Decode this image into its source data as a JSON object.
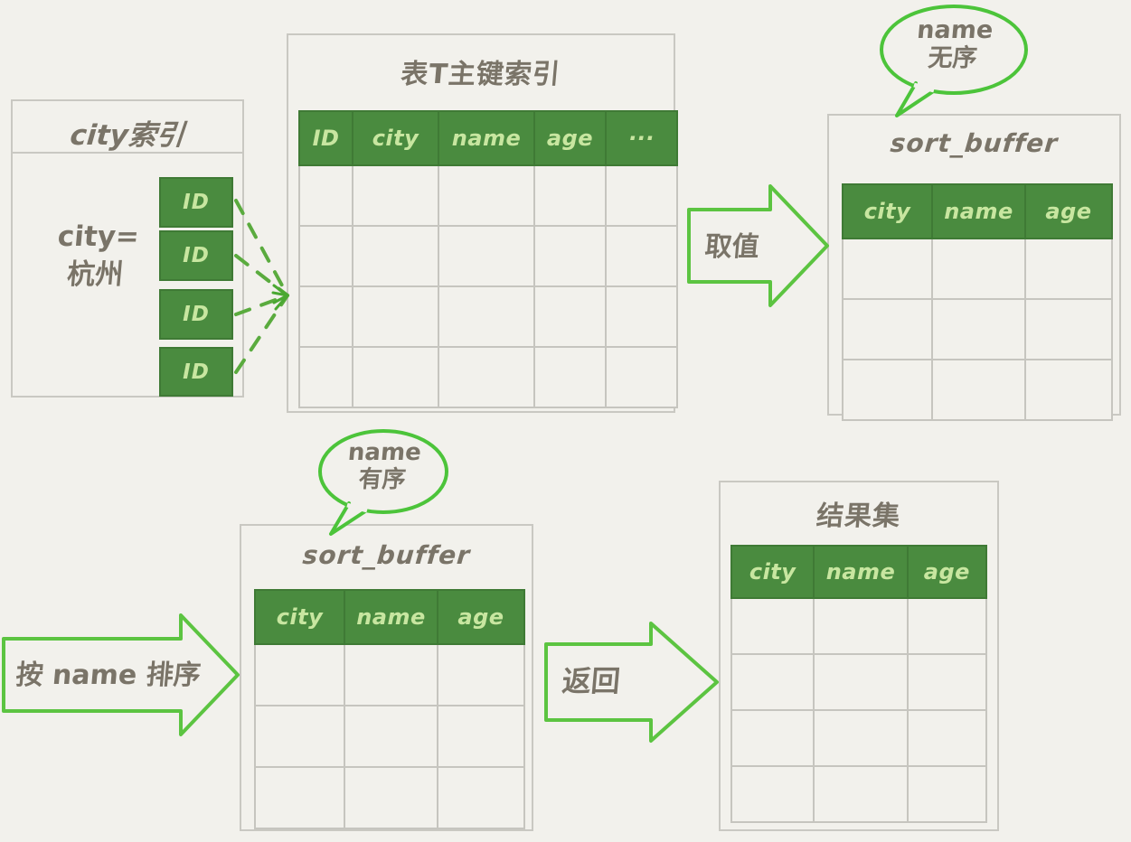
{
  "diagram": {
    "title": "MySQL order by sort_buffer flow",
    "colors": {
      "background": "#f2f1ec",
      "header_green": "#4a8b3f",
      "header_text": "#c8e6a0",
      "arrow_green": "#5cc441",
      "ink": "#7a7468",
      "grid": "#c6c5bf"
    }
  },
  "city_index": {
    "title": "city索引",
    "condition": "city=\n杭州",
    "condition_line1": "city=",
    "condition_line2": "杭州",
    "id_cells": [
      "ID",
      "ID",
      "ID",
      "ID"
    ]
  },
  "primary_table": {
    "title": "表T主键索引",
    "columns": [
      "ID",
      "city",
      "name",
      "age",
      "···"
    ],
    "empty_rows": 4
  },
  "sort_buffer_unsorted": {
    "title": "sort_buffer",
    "columns": [
      "city",
      "name",
      "age"
    ],
    "empty_rows": 3,
    "callout": {
      "line1": "name",
      "line2": "无序"
    }
  },
  "sort_buffer_sorted": {
    "title": "sort_buffer",
    "columns": [
      "city",
      "name",
      "age"
    ],
    "empty_rows": 3,
    "callout": {
      "line1": "name",
      "line2": "有序"
    }
  },
  "result_set": {
    "title": "结果集",
    "columns": [
      "city",
      "name",
      "age"
    ],
    "empty_rows": 4
  },
  "arrows": {
    "fetch": "取值",
    "sort_by_name": "按 name 排序",
    "return": "返回"
  }
}
